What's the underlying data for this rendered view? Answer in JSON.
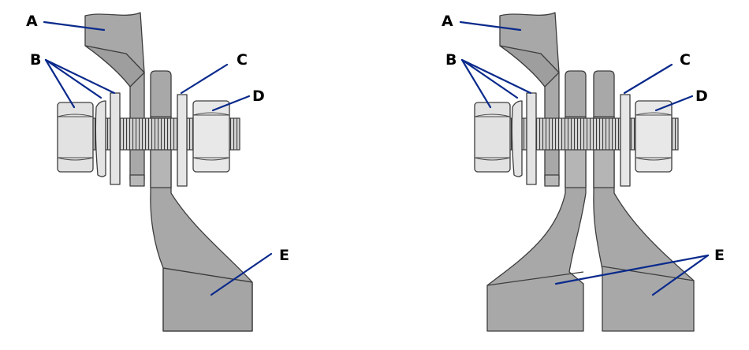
{
  "colors": {
    "leader": "#0a2a8c",
    "plate": "#a6a6a6",
    "plate_light": "#bcbcbc",
    "washer": "#e3e3e3",
    "nut": "#e6e6e6",
    "bolt": "#d0d0d0",
    "outline": "#3d3d3d"
  },
  "labels": {
    "a": "A",
    "b": "B",
    "c": "C",
    "d": "D",
    "e": "E"
  }
}
